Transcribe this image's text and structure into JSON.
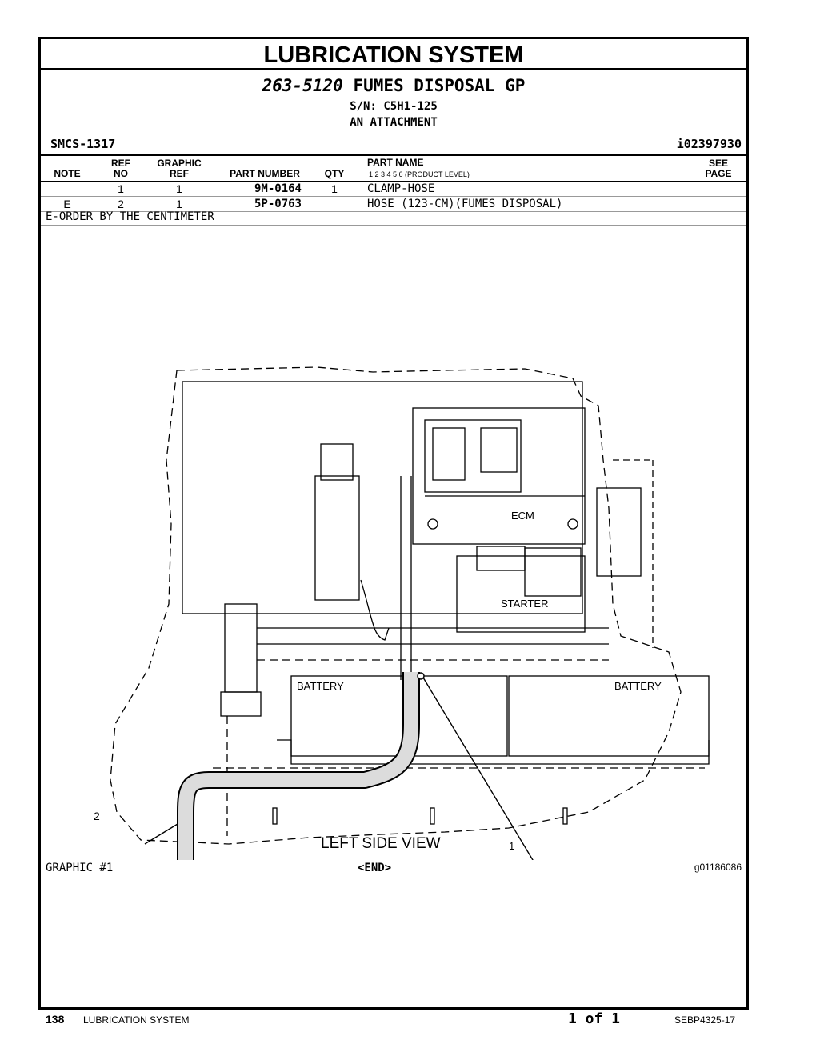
{
  "header": {
    "title": "LUBRICATION SYSTEM",
    "group_number": "263-5120",
    "group_name": "FUMES DISPOSAL GP",
    "serial": "S/N: C5H1-125",
    "attachment": "AN ATTACHMENT",
    "smcs": "SMCS-1317",
    "info_id": "i02397930"
  },
  "table": {
    "columns": {
      "note": "NOTE",
      "ref_no_1": "REF",
      "ref_no_2": "NO",
      "graphic_ref_1": "GRAPHIC",
      "graphic_ref_2": "REF",
      "part_number": "PART NUMBER",
      "qty": "QTY",
      "part_name": "PART NAME",
      "product_level": "1   2   3   4   5   6   (PRODUCT LEVEL)",
      "see_page_1": "SEE",
      "see_page_2": "PAGE"
    },
    "rows": [
      {
        "note": "",
        "ref_no": "1",
        "graphic_ref": "1",
        "part_number": "9M-0164",
        "qty": "1",
        "part_name": "CLAMP-HOSE"
      },
      {
        "note": "E",
        "ref_no": "2",
        "graphic_ref": "1",
        "part_number": "5P-0763",
        "qty": "",
        "part_name": "HOSE (123-CM)(FUMES DISPOSAL)"
      }
    ],
    "footnote": "E-ORDER BY THE CENTIMETER"
  },
  "graphic": {
    "labels": {
      "ecm": "ECM",
      "starter": "STARTER",
      "battery_left": "BATTERY",
      "battery_right": "BATTERY",
      "view": "LEFT SIDE VIEW",
      "callout_1": "1",
      "callout_2": "2"
    },
    "caption": "GRAPHIC #1",
    "end": "<END>",
    "graphic_id": "g01186086"
  },
  "footer": {
    "page_number": "138",
    "section": "LUBRICATION SYSTEM",
    "sheet": "1 of 1",
    "doc_id": "SEBP4325-17"
  }
}
